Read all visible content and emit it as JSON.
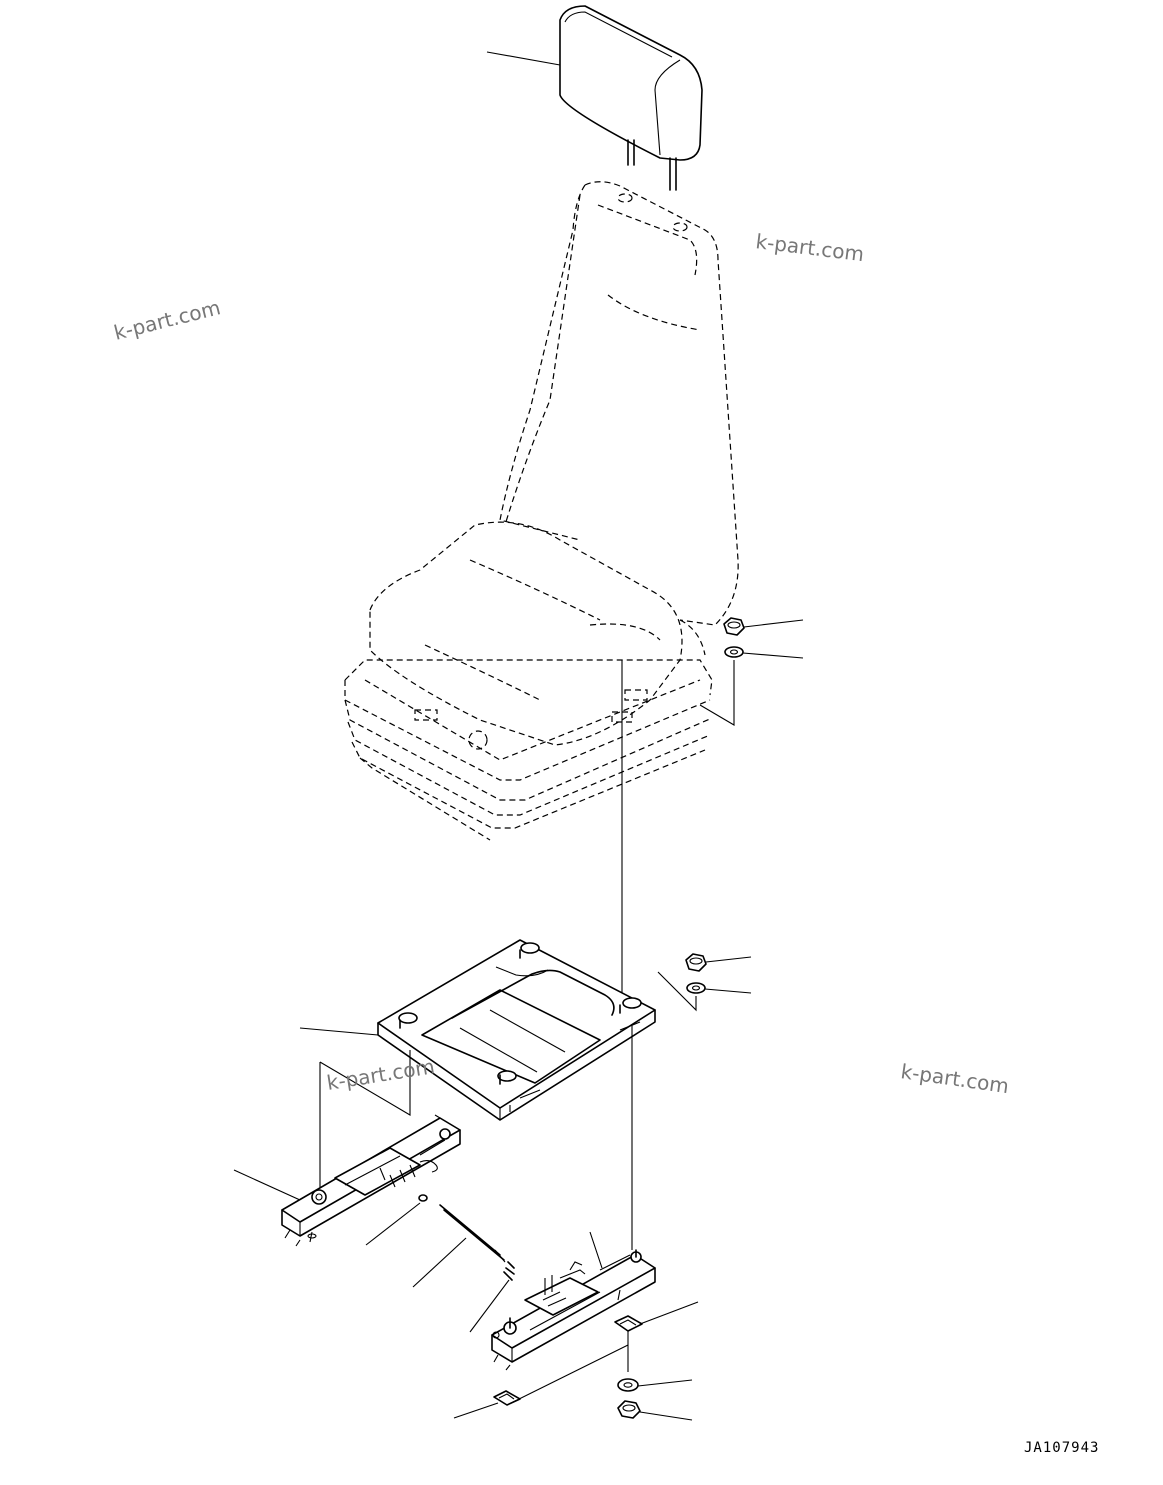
{
  "watermarks": [
    "k-part.com",
    "k-part.com",
    "k-part.com",
    "k-part.com"
  ],
  "drawing_code": "JA107943"
}
